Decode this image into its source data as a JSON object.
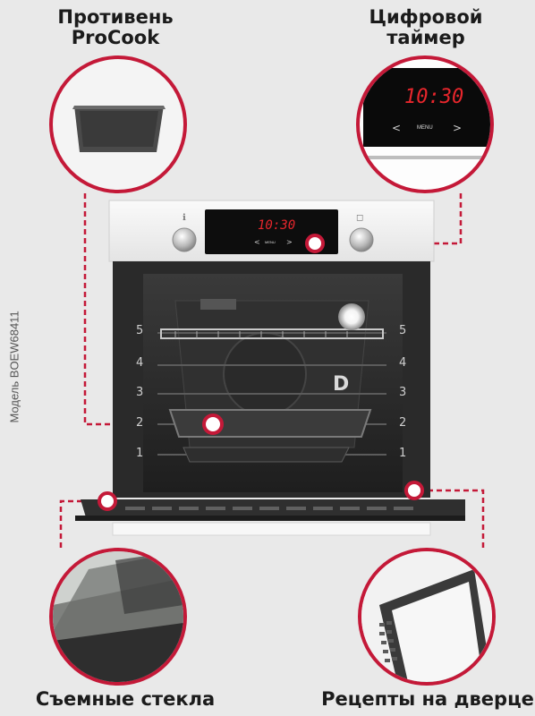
{
  "features": {
    "tray": {
      "title_line1": "Противень",
      "title_line2": "ProCook"
    },
    "timer": {
      "title_line1": "Цифровой",
      "title_line2": "таймер"
    },
    "glass": {
      "title": "Съемные стекла"
    },
    "recipes": {
      "title": "Рецепты на дверце"
    }
  },
  "model_label": "Модель BOEW68411",
  "display": {
    "time": "10:30",
    "menu": "MENU",
    "left_arrow": "<",
    "right_arrow": ">"
  },
  "oven_mini_display": {
    "time": "10:30",
    "menu": "MENU",
    "left_arrow": "<",
    "right_arrow": ">"
  },
  "rack_levels": [
    "5",
    "4",
    "3",
    "2",
    "1"
  ],
  "colors": {
    "accent": "#c41938",
    "display_digits": "#e8262c",
    "background": "#e9e9e9"
  }
}
